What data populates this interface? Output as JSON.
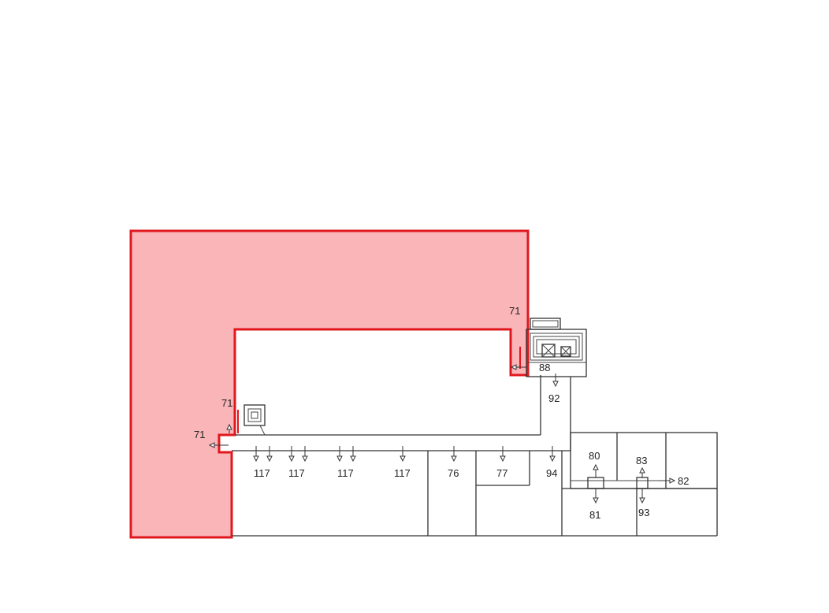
{
  "colors": {
    "highlight_fill": "#f9b5b8",
    "highlight_stroke": "#e0181e",
    "line": "#333333",
    "background": "#ffffff"
  },
  "zone_labels": {
    "lbl_71_top": "71",
    "lbl_71_mid": "71",
    "lbl_71_left": "71",
    "lbl_88": "88",
    "lbl_92": "92",
    "lbl_117_a": "117",
    "lbl_117_b": "117",
    "lbl_117_c": "117",
    "lbl_117_d": "117",
    "lbl_76": "76",
    "lbl_77": "77",
    "lbl_94": "94",
    "lbl_80": "80",
    "lbl_83": "83",
    "lbl_82": "82",
    "lbl_81": "81",
    "lbl_93": "93"
  }
}
